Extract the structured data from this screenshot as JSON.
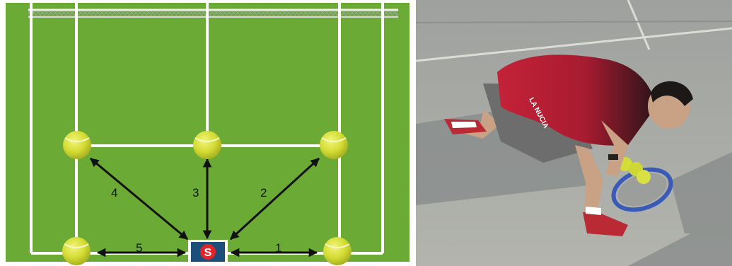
{
  "diagram": {
    "start_marker": "S",
    "arrows": [
      {
        "label": "1"
      },
      {
        "label": "2"
      },
      {
        "label": "3"
      },
      {
        "label": "4"
      },
      {
        "label": "5"
      }
    ]
  },
  "photo": {
    "shirt_text": "LA NUCIA"
  },
  "colors": {
    "court_green": "#6aaa35",
    "court_line": "#ffffff",
    "ball": "#d9e13a",
    "start_box": "#1b4f7a",
    "start_dot": "#e0252a",
    "arrow": "#111111",
    "shirt": "#b81f33"
  }
}
